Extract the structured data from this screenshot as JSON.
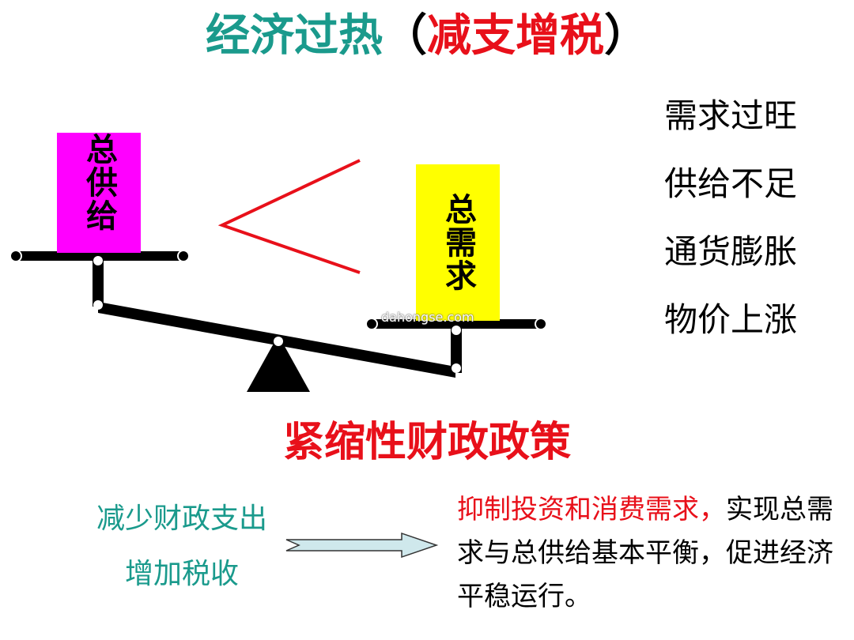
{
  "title": {
    "main": "经济过热",
    "open_paren": "（",
    "highlight": "减支增税",
    "close_paren": "）"
  },
  "symptoms": [
    "需求过旺",
    "供给不足",
    "通货膨胀",
    "物价上涨"
  ],
  "boxes": {
    "supply": "总供给",
    "demand": "总需求"
  },
  "comparison_symbol": "less-than-sign",
  "watermark": "dahongse.com",
  "policy": "紧缩性财政政策",
  "measures": [
    "减少财政支出",
    "增加税收"
  ],
  "effect": {
    "highlight": "抑制投资和消费需求，",
    "rest": "实现总需求与总供给基本平衡，促进经济平稳运行。"
  },
  "colors": {
    "title_teal": "#1a9a8c",
    "red": "#e8101a",
    "supply_box": "#ff00ff",
    "demand_box": "#ffff00",
    "arrow_fill": "#cfe8ec"
  }
}
